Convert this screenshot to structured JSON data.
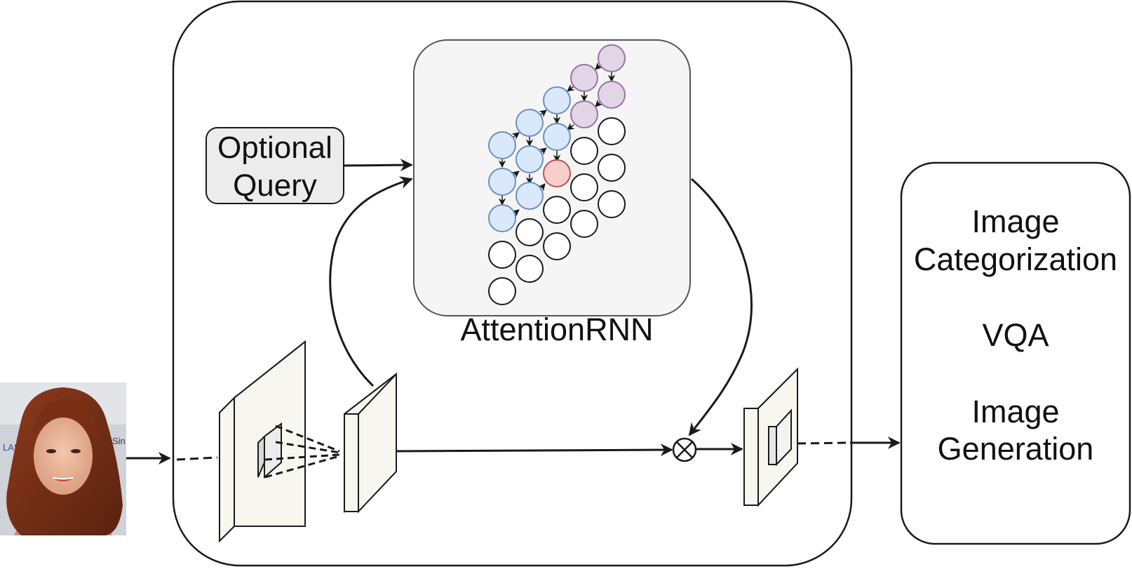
{
  "query_box": {
    "line1": "Optional",
    "line2": "Query"
  },
  "attention_rnn": {
    "label": "AttentionRNN",
    "node_states": {
      "blue": 8,
      "red": 1,
      "purple": 4,
      "white": 12
    }
  },
  "tasks": {
    "task1_line1": "Image",
    "task1_line2": "Categorization",
    "task2": "VQA",
    "task3_line1": "Image",
    "task3_line2": "Generation"
  },
  "operator_symbol": "⊗",
  "photo": {
    "backdrop_text_left": "LASH",
    "backdrop_text_right": "Sin"
  },
  "colors": {
    "stroke": "#1a1a1a",
    "blue_fill": "#dae8fc",
    "blue_stroke": "#6c8ebf",
    "red_fill": "#f8cecc",
    "red_stroke": "#b85450",
    "purple_fill": "#e1d5e7",
    "purple_stroke": "#9673a6",
    "panel_fill": "#f5f5f5",
    "layer_face": "#f7f6ef",
    "query_fill": "#ececec"
  }
}
